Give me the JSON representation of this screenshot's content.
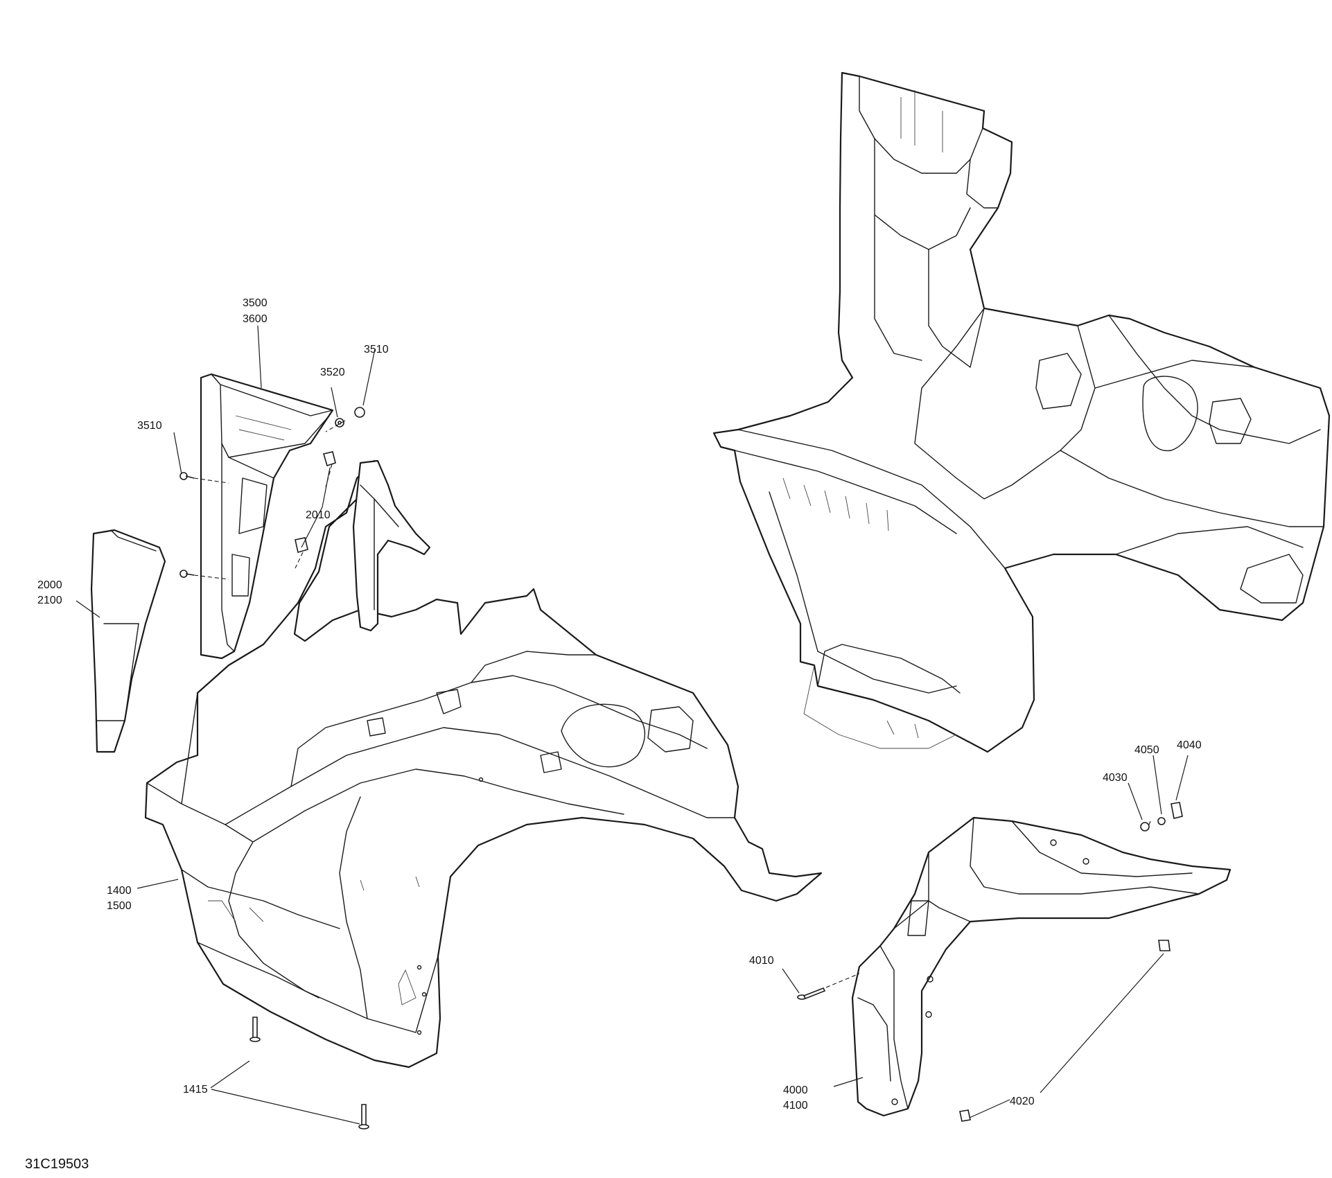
{
  "reference_code": "31C19503",
  "callouts": {
    "c3500": [
      "3500",
      "3600"
    ],
    "c3510a": "3510",
    "c3510b": "3510",
    "c3520": "3520",
    "c2010": "2010",
    "c2000": [
      "2000",
      "2100"
    ],
    "c1400": [
      "1400",
      "1500"
    ],
    "c1415": "1415",
    "c4050": "4050",
    "c4040": "4040",
    "c4030": "4030",
    "c4010": "4010",
    "c4000": [
      "4000",
      "4100"
    ],
    "c4020": "4020"
  }
}
